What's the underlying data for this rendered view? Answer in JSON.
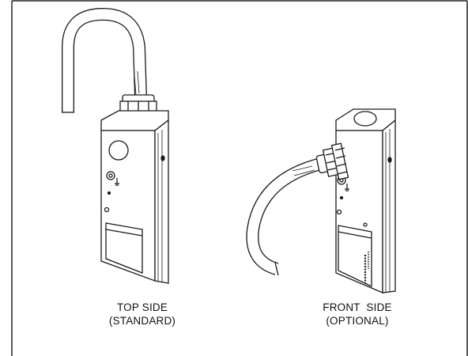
{
  "captions": {
    "left": {
      "line1": "TOP SIDE",
      "line2": "(STANDARD)"
    },
    "right": {
      "line1": "FRONT  SIDE",
      "line2": "(OPTIONAL)"
    }
  },
  "colors": {
    "stroke": "#1a1a1a",
    "background": "#ffffff",
    "frame": "#222222"
  },
  "components": [
    "cable",
    "cable-gland",
    "enclosure-body",
    "ground-screw-icon",
    "label-plate"
  ]
}
